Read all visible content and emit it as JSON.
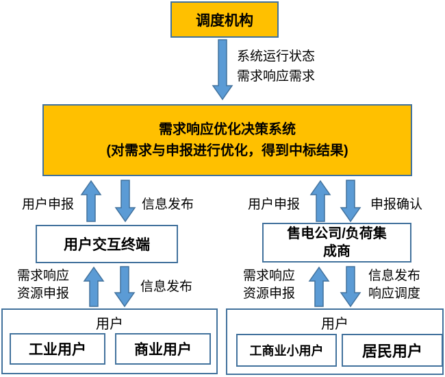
{
  "diagram": {
    "nodes": {
      "dispatch": "调度机构",
      "decision_line1": "需求响应优化决策系统",
      "decision_line2": "(对需求与申报进行优化，得到中标结果)",
      "terminal": "用户交互终端",
      "retailer": "售电公司/负荷集\n成商",
      "group_left": {
        "title": "用户",
        "child1": "工业用户",
        "child2": "商业用户"
      },
      "group_right": {
        "title": "用户",
        "child1": "工商业小用户",
        "child2": "居民用户"
      }
    },
    "edges": {
      "dispatch_to_decision": "系统运行状态\n需求响应需求",
      "terminal_up": "用户申报",
      "terminal_down": "信息发布",
      "users_left_up": "需求响应\n资源申报",
      "users_left_down": "信息发布",
      "retailer_up": "用户申报",
      "retailer_down": "申报确认",
      "users_right_up": "需求响应\n资源申报",
      "users_right_down": "信息发布\n响应调度"
    },
    "colors": {
      "node_fill_highlight": "#FFC000",
      "node_border": "#41719C",
      "arrow_fill": "#5B9BD5",
      "arrow_border": "#41719C",
      "text": "#000000"
    }
  }
}
